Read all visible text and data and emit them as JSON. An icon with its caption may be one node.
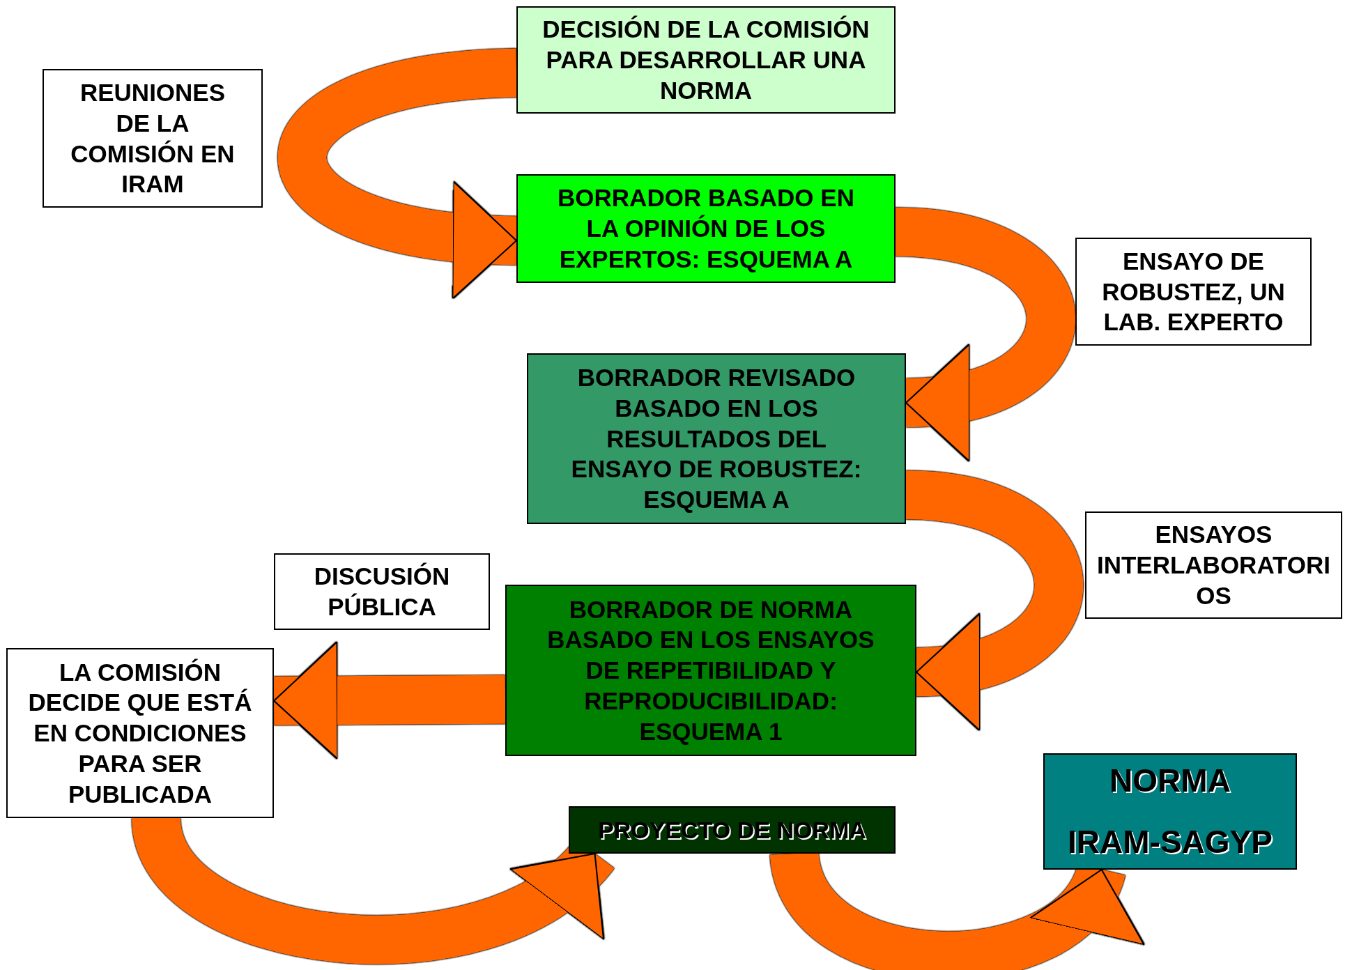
{
  "diagram": {
    "nodes": [
      {
        "text": [
          "DECISIÓN DE LA COMISIÓN PARA DESARROLLAR UNA NORMA"
        ]
      },
      {
        "text": [
          "REUNIONES DE LA COMISIÓN EN IRAM"
        ]
      },
      {
        "text": [
          "BORRADOR BASADO EN LA OPINIÓN DE LOS EXPERTOS: ESQUEMA A"
        ]
      },
      {
        "text": [
          "ENSAYO DE ROBUSTEZ, UN LAB. EXPERTO"
        ]
      },
      {
        "text": [
          "BORRADOR REVISADO BASADO EN LOS RESULTADOS DEL ENSAYO DE ROBUSTEZ: ESQUEMA A"
        ]
      },
      {
        "text": [
          "ENSAYOS INTERLABORATORIOS"
        ]
      },
      {
        "text": [
          "DISCUSIÓN PÚBLICA"
        ]
      },
      {
        "text": [
          "BORRADOR DE NORMA BASADO EN LOS ENSAYOS DE REPETIBILIDAD Y REPRODUCIBILIDAD: ESQUEMA 1"
        ]
      },
      {
        "text": [
          "LA COMISIÓN DECIDE QUE ESTÁ EN CONDICIONES PARA SER PUBLICADA"
        ]
      },
      {
        "text": [
          "PROYECTO DE NORMA"
        ]
      },
      {
        "text": [
          "NORMA",
          "IRAM-SAGYP"
        ]
      }
    ],
    "edges": [
      {
        "from": 0,
        "to": 2,
        "arrow": "to"
      },
      {
        "from": 2,
        "to": 4,
        "arrow": "to"
      },
      {
        "from": 4,
        "to": 7,
        "arrow": "to"
      },
      {
        "from": 7,
        "to": 8,
        "arrow": "to"
      },
      {
        "from": 8,
        "to": 9,
        "arrow": "to"
      },
      {
        "from": 9,
        "to": 10,
        "arrow": "to"
      }
    ]
  }
}
